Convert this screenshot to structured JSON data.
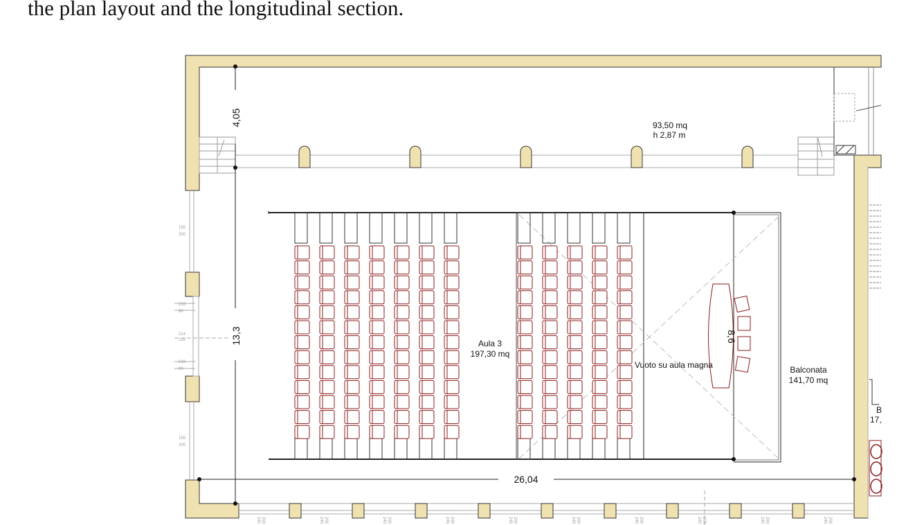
{
  "caption": "the plan layout and the longitudinal section.",
  "colors": {
    "wall": "#f0e2b0",
    "seat": "#8b1a1a",
    "line": "#222222",
    "thin": "#aaaaaa"
  },
  "plan": {
    "top_room": {
      "area": "93,50 mq",
      "height": "h 2,87 m"
    },
    "dim_top": "4,05",
    "dim_left": "13,3",
    "dim_bottom": "26,04",
    "dim_stage": "8,6",
    "aula": {
      "name": "Aula 3",
      "area": "197,30 mq"
    },
    "void_label": "Vuoto su aula magna",
    "balcony": {
      "name": "Balconata",
      "area": "141,70 mq"
    },
    "side_room": {
      "name": "B",
      "area": "17,"
    },
    "window_marks": {
      "a": "200",
      "b": "245"
    },
    "left_marks": [
      "155",
      "200",
      "216",
      "90",
      "214",
      "128",
      "216",
      "90",
      "155",
      "200"
    ],
    "seating": {
      "left_columns": 7,
      "right_columns": 5,
      "rows": 13
    }
  }
}
